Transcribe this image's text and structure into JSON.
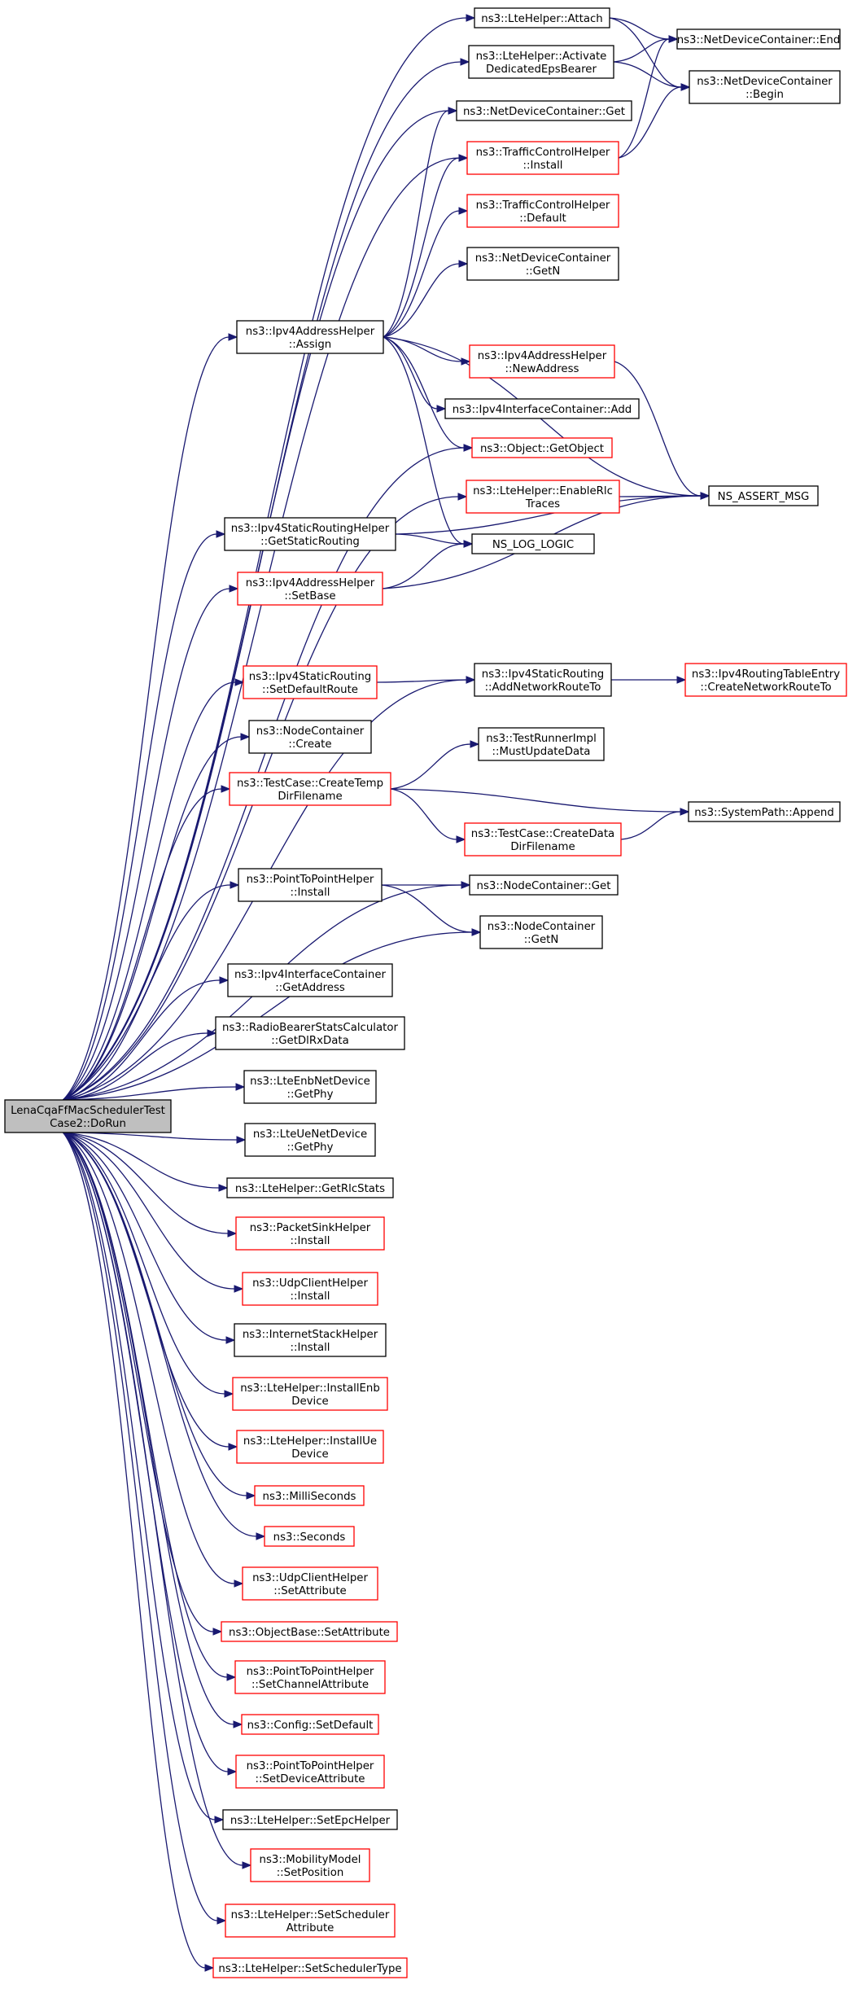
{
  "colors": {
    "edge": "#191970",
    "root_fill": "#bfbfbf",
    "root_border": "#000000",
    "normal_border": "#000000",
    "link_border": "#ff0000"
  },
  "nodes": [
    {
      "id": "root",
      "lines": [
        "LenaCqaFfMacSchedulerTest",
        "Case2::DoRun"
      ],
      "style": "root"
    },
    {
      "id": "attach",
      "lines": [
        "ns3::LteHelper::Attach"
      ],
      "style": "normal"
    },
    {
      "id": "activate",
      "lines": [
        "ns3::LteHelper::Activate",
        "DedicatedEpsBearer"
      ],
      "style": "normal"
    },
    {
      "id": "ndc_end",
      "lines": [
        "ns3::NetDeviceContainer::End"
      ],
      "style": "normal"
    },
    {
      "id": "ndc_begin",
      "lines": [
        "ns3::NetDeviceContainer",
        "::Begin"
      ],
      "style": "normal"
    },
    {
      "id": "ndc_get",
      "lines": [
        "ns3::NetDeviceContainer::Get"
      ],
      "style": "normal"
    },
    {
      "id": "tch_install",
      "lines": [
        "ns3::TrafficControlHelper",
        "::Install"
      ],
      "style": "link"
    },
    {
      "id": "tch_default",
      "lines": [
        "ns3::TrafficControlHelper",
        "::Default"
      ],
      "style": "link"
    },
    {
      "id": "ndc_getn",
      "lines": [
        "ns3::NetDeviceContainer",
        "::GetN"
      ],
      "style": "normal"
    },
    {
      "id": "ipv4ah_assign",
      "lines": [
        "ns3::Ipv4AddressHelper",
        "::Assign"
      ],
      "style": "normal"
    },
    {
      "id": "ipv4ah_newaddr",
      "lines": [
        "ns3::Ipv4AddressHelper",
        "::NewAddress"
      ],
      "style": "link"
    },
    {
      "id": "ipv4ic_add",
      "lines": [
        "ns3::Ipv4InterfaceContainer::Add"
      ],
      "style": "normal"
    },
    {
      "id": "getobject",
      "lines": [
        "ns3::Object::GetObject"
      ],
      "style": "link"
    },
    {
      "id": "enablerlc",
      "lines": [
        "ns3::LteHelper::EnableRlc",
        "Traces"
      ],
      "style": "link"
    },
    {
      "id": "assert",
      "lines": [
        "NS_ASSERT_MSG"
      ],
      "style": "normal"
    },
    {
      "id": "getstaticrouting",
      "lines": [
        "ns3::Ipv4StaticRoutingHelper",
        "::GetStaticRouting"
      ],
      "style": "normal"
    },
    {
      "id": "loglogic",
      "lines": [
        "NS_LOG_LOGIC"
      ],
      "style": "normal"
    },
    {
      "id": "setbase",
      "lines": [
        "ns3::Ipv4AddressHelper",
        "::SetBase"
      ],
      "style": "link"
    },
    {
      "id": "setdefaultroute",
      "lines": [
        "ns3::Ipv4StaticRouting",
        "::SetDefaultRoute"
      ],
      "style": "link"
    },
    {
      "id": "addnetworkroute",
      "lines": [
        "ns3::Ipv4StaticRouting",
        "::AddNetworkRouteTo"
      ],
      "style": "normal"
    },
    {
      "id": "createnetworkroute",
      "lines": [
        "ns3::Ipv4RoutingTableEntry",
        "::CreateNetworkRouteTo"
      ],
      "style": "link"
    },
    {
      "id": "nc_create",
      "lines": [
        "ns3::NodeContainer",
        "::Create"
      ],
      "style": "normal"
    },
    {
      "id": "createtempdir",
      "lines": [
        "ns3::TestCase::CreateTemp",
        "DirFilename"
      ],
      "style": "link"
    },
    {
      "id": "mustupdate",
      "lines": [
        "ns3::TestRunnerImpl",
        "::MustUpdateData"
      ],
      "style": "normal"
    },
    {
      "id": "append",
      "lines": [
        "ns3::SystemPath::Append"
      ],
      "style": "normal"
    },
    {
      "id": "createdatadir",
      "lines": [
        "ns3::TestCase::CreateData",
        "DirFilename"
      ],
      "style": "link"
    },
    {
      "id": "p2p_install",
      "lines": [
        "ns3::PointToPointHelper",
        "::Install"
      ],
      "style": "normal"
    },
    {
      "id": "nc_get",
      "lines": [
        "ns3::NodeContainer::Get"
      ],
      "style": "normal"
    },
    {
      "id": "nc_getn",
      "lines": [
        "ns3::NodeContainer",
        "::GetN"
      ],
      "style": "normal"
    },
    {
      "id": "ipv4ic_getaddress",
      "lines": [
        "ns3::Ipv4InterfaceContainer",
        "::GetAddress"
      ],
      "style": "normal"
    },
    {
      "id": "rbstats",
      "lines": [
        "ns3::RadioBearerStatsCalculator",
        "::GetDlRxData"
      ],
      "style": "normal"
    },
    {
      "id": "enbgetphy",
      "lines": [
        "ns3::LteEnbNetDevice",
        "::GetPhy"
      ],
      "style": "normal"
    },
    {
      "id": "uegetphy",
      "lines": [
        "ns3::LteUeNetDevice",
        "::GetPhy"
      ],
      "style": "normal"
    },
    {
      "id": "getrlcstats",
      "lines": [
        "ns3::LteHelper::GetRlcStats"
      ],
      "style": "normal"
    },
    {
      "id": "packetsink",
      "lines": [
        "ns3::PacketSinkHelper",
        "::Install"
      ],
      "style": "link"
    },
    {
      "id": "udpclient_install",
      "lines": [
        "ns3::UdpClientHelper",
        "::Install"
      ],
      "style": "link"
    },
    {
      "id": "internetstack",
      "lines": [
        "ns3::InternetStackHelper",
        "::Install"
      ],
      "style": "normal"
    },
    {
      "id": "installenb",
      "lines": [
        "ns3::LteHelper::InstallEnb",
        "Device"
      ],
      "style": "link"
    },
    {
      "id": "installue",
      "lines": [
        "ns3::LteHelper::InstallUe",
        "Device"
      ],
      "style": "link"
    },
    {
      "id": "milliseconds",
      "lines": [
        "ns3::MilliSeconds"
      ],
      "style": "link"
    },
    {
      "id": "seconds",
      "lines": [
        "ns3::Seconds"
      ],
      "style": "link"
    },
    {
      "id": "udpclient_setattr",
      "lines": [
        "ns3::UdpClientHelper",
        "::SetAttribute"
      ],
      "style": "link"
    },
    {
      "id": "objectbase_setattr",
      "lines": [
        "ns3::ObjectBase::SetAttribute"
      ],
      "style": "link"
    },
    {
      "id": "p2p_setchannel",
      "lines": [
        "ns3::PointToPointHelper",
        "::SetChannelAttribute"
      ],
      "style": "link"
    },
    {
      "id": "config_setdefault",
      "lines": [
        "ns3::Config::SetDefault"
      ],
      "style": "link"
    },
    {
      "id": "p2p_setdevice",
      "lines": [
        "ns3::PointToPointHelper",
        "::SetDeviceAttribute"
      ],
      "style": "link"
    },
    {
      "id": "setepchelper",
      "lines": [
        "ns3::LteHelper::SetEpcHelper"
      ],
      "style": "normal"
    },
    {
      "id": "setposition",
      "lines": [
        "ns3::MobilityModel",
        "::SetPosition"
      ],
      "style": "link"
    },
    {
      "id": "setschedattr",
      "lines": [
        "ns3::LteHelper::SetScheduler",
        "Attribute"
      ],
      "style": "link"
    },
    {
      "id": "setschedtype",
      "lines": [
        "ns3::LteHelper::SetSchedulerType"
      ],
      "style": "link"
    }
  ],
  "edges": [
    [
      "root",
      "attach"
    ],
    [
      "root",
      "activate"
    ],
    [
      "root",
      "ndc_get"
    ],
    [
      "root",
      "tch_install"
    ],
    [
      "root",
      "ipv4ah_assign"
    ],
    [
      "root",
      "getobject"
    ],
    [
      "root",
      "enablerlc"
    ],
    [
      "root",
      "getstaticrouting"
    ],
    [
      "root",
      "setbase"
    ],
    [
      "root",
      "addnetworkroute"
    ],
    [
      "root",
      "setdefaultroute"
    ],
    [
      "root",
      "nc_create"
    ],
    [
      "root",
      "createtempdir"
    ],
    [
      "root",
      "nc_get"
    ],
    [
      "root",
      "p2p_install"
    ],
    [
      "root",
      "nc_getn"
    ],
    [
      "root",
      "ipv4ic_getaddress"
    ],
    [
      "root",
      "rbstats"
    ],
    [
      "root",
      "enbgetphy"
    ],
    [
      "root",
      "uegetphy"
    ],
    [
      "root",
      "getrlcstats"
    ],
    [
      "root",
      "packetsink"
    ],
    [
      "root",
      "udpclient_install"
    ],
    [
      "root",
      "internetstack"
    ],
    [
      "root",
      "installenb"
    ],
    [
      "root",
      "installue"
    ],
    [
      "root",
      "milliseconds"
    ],
    [
      "root",
      "seconds"
    ],
    [
      "root",
      "udpclient_setattr"
    ],
    [
      "root",
      "objectbase_setattr"
    ],
    [
      "root",
      "p2p_setchannel"
    ],
    [
      "root",
      "config_setdefault"
    ],
    [
      "root",
      "p2p_setdevice"
    ],
    [
      "root",
      "setepchelper"
    ],
    [
      "root",
      "setposition"
    ],
    [
      "root",
      "setschedattr"
    ],
    [
      "root",
      "setschedtype"
    ],
    [
      "attach",
      "ndc_end"
    ],
    [
      "attach",
      "ndc_begin"
    ],
    [
      "activate",
      "ndc_end"
    ],
    [
      "activate",
      "ndc_begin"
    ],
    [
      "tch_install",
      "ndc_end"
    ],
    [
      "tch_install",
      "ndc_begin"
    ],
    [
      "ipv4ah_assign",
      "ndc_get"
    ],
    [
      "ipv4ah_assign",
      "tch_install"
    ],
    [
      "ipv4ah_assign",
      "tch_default"
    ],
    [
      "ipv4ah_assign",
      "ndc_getn"
    ],
    [
      "ipv4ah_assign",
      "assert"
    ],
    [
      "ipv4ah_assign",
      "ipv4ah_newaddr"
    ],
    [
      "ipv4ah_assign",
      "ipv4ic_add"
    ],
    [
      "ipv4ah_assign",
      "getobject"
    ],
    [
      "ipv4ah_assign",
      "loglogic"
    ],
    [
      "ipv4ah_newaddr",
      "assert"
    ],
    [
      "enablerlc",
      "assert"
    ],
    [
      "getstaticrouting",
      "loglogic"
    ],
    [
      "getstaticrouting",
      "assert"
    ],
    [
      "setbase",
      "loglogic"
    ],
    [
      "setbase",
      "assert"
    ],
    [
      "setdefaultroute",
      "addnetworkroute"
    ],
    [
      "addnetworkroute",
      "createnetworkroute"
    ],
    [
      "createtempdir",
      "mustupdate"
    ],
    [
      "createtempdir",
      "append"
    ],
    [
      "createtempdir",
      "createdatadir"
    ],
    [
      "createdatadir",
      "append"
    ],
    [
      "p2p_install",
      "nc_get"
    ],
    [
      "p2p_install",
      "nc_getn"
    ]
  ]
}
